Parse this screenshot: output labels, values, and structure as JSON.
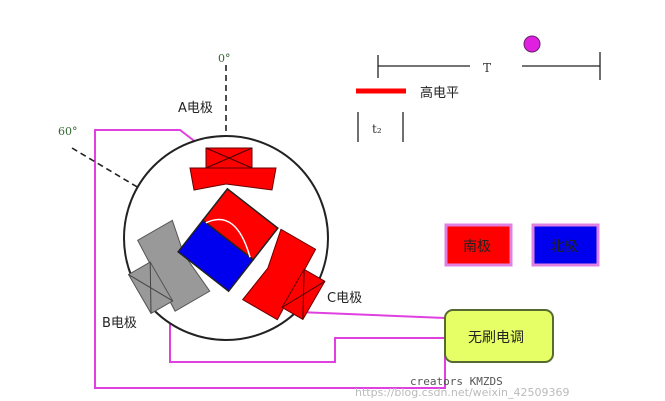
{
  "labels": {
    "angle_zero": "0°",
    "angle_sixty": "60°",
    "electrode_a": "A电极",
    "electrode_b": "B电极",
    "electrode_c": "C电极",
    "period": "T",
    "high_level": "高电平",
    "t2": "t₂",
    "south_pole": "南极",
    "north_pole": "北极",
    "esc": "无刷电调",
    "watermark_left": "creators KMZDS",
    "watermark_right": "https://blog.csdn.net/weixin_42509369"
  },
  "colors": {
    "wire": "#e040e0",
    "coil_red": "#ff0000",
    "coil_gray": "#999999",
    "rotor_blue": "#0000ee",
    "esc_fill": "#e6ff66",
    "esc_border": "#556b2f",
    "magenta_dot": "#e020e0",
    "legend_border": "#e080e0"
  }
}
